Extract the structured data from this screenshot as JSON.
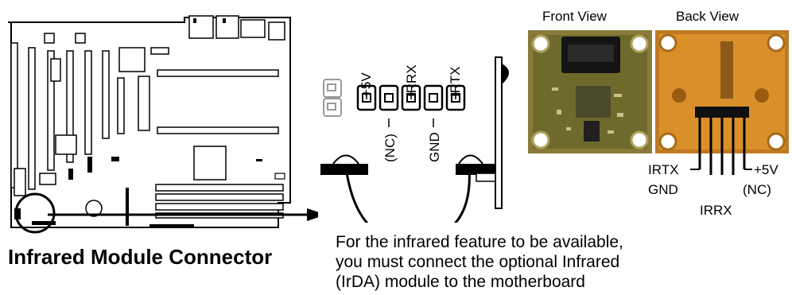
{
  "title": "Infrared Module Connector",
  "description_lines": [
    "For the infrared feature to be available,",
    "you must connect the optional Infrared",
    "(IrDA) module to the motherboard"
  ],
  "views": {
    "front": "Front View",
    "back": "Back View"
  },
  "connector_pins_top": [
    "+5V",
    "IRRX",
    "IRTX"
  ],
  "connector_pins_bottom": [
    "(NC)",
    "GND"
  ],
  "module_pins_left": [
    "IRTX",
    "GND"
  ],
  "module_pins_right": [
    "+5V",
    "(NC)"
  ],
  "module_pin_bottom": "IRRX",
  "colors": {
    "board_line": "#000000",
    "module_pcb_front": "#8a7a3a",
    "module_pcb_back": "#d9902a",
    "pin_header_gray": "#9a9a9a"
  }
}
